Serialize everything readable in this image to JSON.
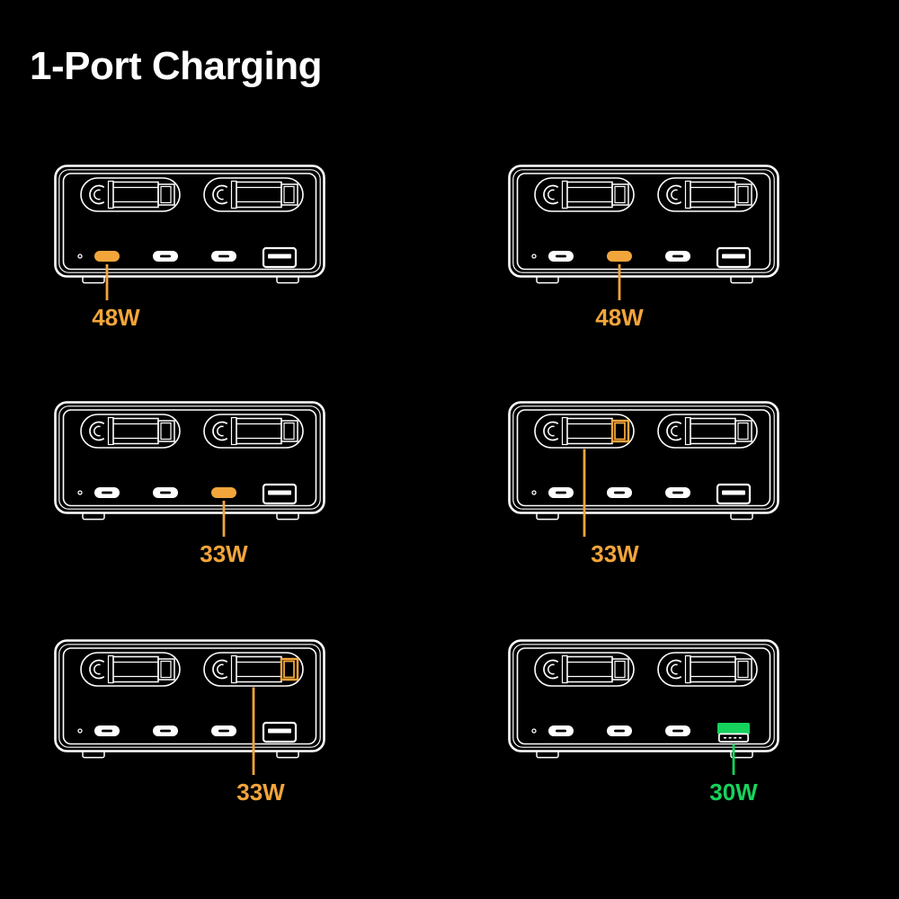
{
  "page": {
    "title": "1-Port Charging",
    "background_color": "#000000",
    "title_color": "#FFFFFF"
  },
  "colors": {
    "outline": "#FFFFFF",
    "amber_highlight": "#F2A53B",
    "green_highlight": "#16D35C"
  },
  "device_template": {
    "visible_elements": [
      "retractable-cable-1",
      "retractable-cable-2",
      "power-led",
      "usb-c-port-1",
      "usb-c-port-2",
      "usb-c-port-3",
      "usb-a-port"
    ]
  },
  "devices": [
    {
      "id": "device-1",
      "grid_position": "row-1-col-1",
      "highlighted_element": "usb-c-1",
      "label": "48W",
      "highlight_color": "#F2A53B"
    },
    {
      "id": "device-2",
      "grid_position": "row-1-col-2",
      "highlighted_element": "usb-c-2",
      "label": "48W",
      "highlight_color": "#F2A53B"
    },
    {
      "id": "device-3",
      "grid_position": "row-2-col-1",
      "highlighted_element": "usb-c-3",
      "label": "33W",
      "highlight_color": "#F2A53B"
    },
    {
      "id": "device-4",
      "grid_position": "row-2-col-2",
      "highlighted_element": "cable-1",
      "label": "33W",
      "highlight_color": "#F2A53B"
    },
    {
      "id": "device-5",
      "grid_position": "row-3-col-1",
      "highlighted_element": "cable-2",
      "label": "33W",
      "highlight_color": "#F2A53B"
    },
    {
      "id": "device-6",
      "grid_position": "row-3-col-2",
      "highlighted_element": "usb-a",
      "label": "30W",
      "highlight_color": "#16D35C"
    }
  ]
}
